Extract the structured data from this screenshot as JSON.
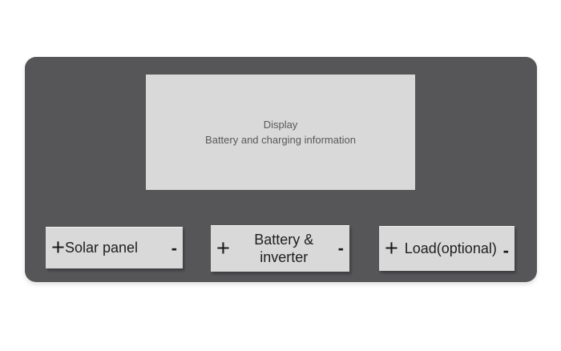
{
  "diagram": {
    "description": "Solar charge controller device diagram",
    "display": {
      "line1": "Display",
      "line2": "Battery and charging information"
    },
    "terminals": [
      {
        "id": "solar-panel",
        "plus": "+",
        "label": "Solar panel",
        "minus": "-"
      },
      {
        "id": "battery-inverter",
        "plus": "+",
        "label": "Battery &\ninverter",
        "minus": "-"
      },
      {
        "id": "load-optional",
        "plus": "+",
        "label": "Load(optional)",
        "minus": "-"
      }
    ]
  },
  "colors": {
    "page_background": "#ffffff",
    "device_body": "#565659",
    "screen_and_terminal_fill": "#d9d9d9",
    "display_text": "#595959",
    "terminal_text": "#1e1e1e"
  }
}
